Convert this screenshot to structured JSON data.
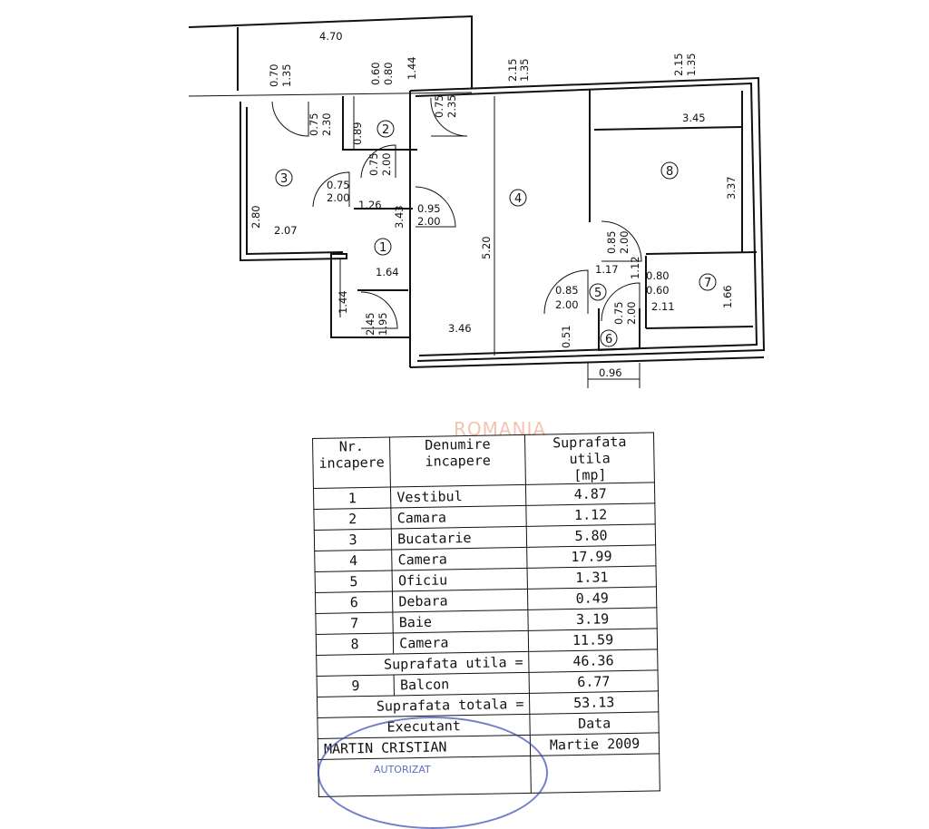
{
  "plan": {
    "dimensions": [
      "4.70",
      "0.70",
      "1.35",
      "0.60",
      "0.80",
      "1.44",
      "0.75",
      "2.35",
      "2.15",
      "1.35",
      "2.15",
      "1.35",
      "0.75",
      "2.30",
      "0.89",
      "0.75",
      "2.00",
      "0.75",
      "2.00",
      "1.26",
      "3.43",
      "0.95",
      "2.00",
      "2.80",
      "2.07",
      "1.64",
      "1.44",
      "2.45",
      "1.95",
      "5.20",
      "3.46",
      "0.51",
      "3.45",
      "3.37",
      "0.85",
      "2.00",
      "1.17",
      "1.12",
      "0.80",
      "0.60",
      "0.85",
      "2.00",
      "0.75",
      "2.00",
      "2.11",
      "1.66",
      "0.96"
    ],
    "rooms": [
      "1",
      "2",
      "3",
      "4",
      "5",
      "6",
      "7",
      "8"
    ],
    "watermark": "ROMANIA"
  },
  "table": {
    "headers": {
      "nr": "Nr.\nincapere",
      "name": "Denumire\nincapere",
      "area": "Suprafata utila\n[mp]"
    },
    "rows": [
      {
        "nr": "1",
        "name": "Vestibul",
        "area": "4.87"
      },
      {
        "nr": "2",
        "name": "Camara",
        "area": "1.12"
      },
      {
        "nr": "3",
        "name": "Bucatarie",
        "area": "5.80"
      },
      {
        "nr": "4",
        "name": "Camera",
        "area": "17.99"
      },
      {
        "nr": "5",
        "name": "Oficiu",
        "area": "1.31"
      },
      {
        "nr": "6",
        "name": "Debara",
        "area": "0.49"
      },
      {
        "nr": "7",
        "name": "Baie",
        "area": "3.19"
      },
      {
        "nr": "8",
        "name": "Camera",
        "area": "11.59"
      }
    ],
    "useful_label": "Suprafata utila =",
    "useful_value": "46.36",
    "balcony": {
      "nr": "9",
      "name": "Balcon",
      "area": "6.77"
    },
    "total_label": "Suprafata totala =",
    "total_value": "53.13",
    "executant_label": "Executant",
    "date_label": "Data",
    "executant_name": "MARTIN CRISTIAN",
    "date_value": "Martie 2009"
  },
  "stamp": {
    "text": "AUTORIZAT"
  }
}
